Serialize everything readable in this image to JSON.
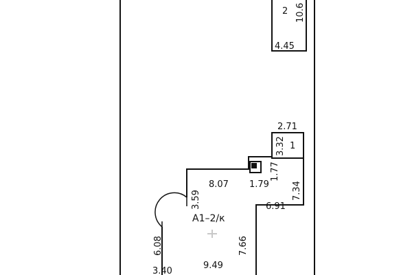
{
  "plan": {
    "upper_room": {
      "number": "2",
      "area": "10.6",
      "width": "4.45"
    },
    "small_room": {
      "number": "1",
      "width": "2.71",
      "height": "3.32"
    },
    "main_room": {
      "code": "A1–2/к",
      "dims": {
        "left_step_h": "3.59",
        "top_width": "8.07",
        "niche_w": "1.79",
        "niche_h": "1.77",
        "right_h": "7.34",
        "right_step_w": "6.91",
        "inner_h": "7.66",
        "left_h": "6.08",
        "bottom_left_w": "3.40",
        "bottom_w": "9.49"
      }
    }
  }
}
